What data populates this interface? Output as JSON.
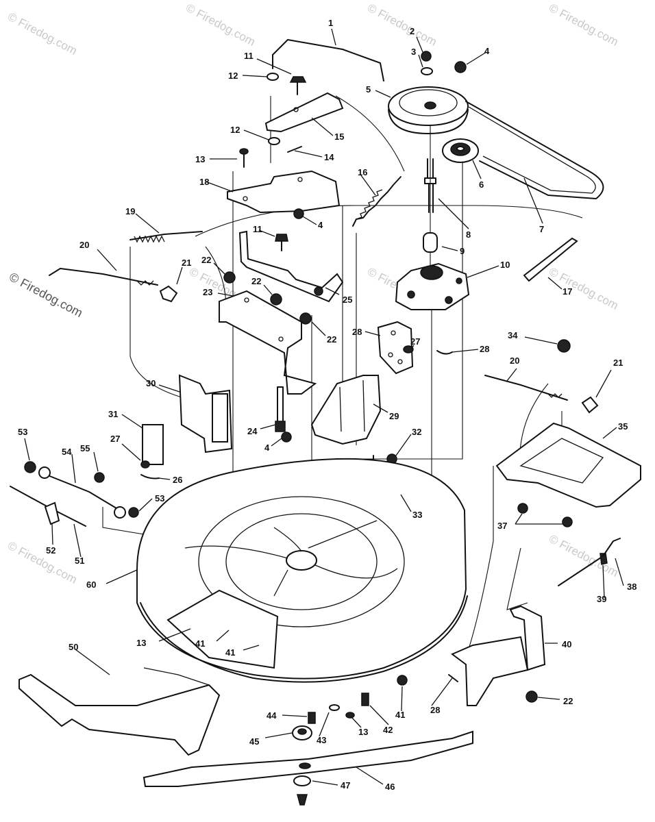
{
  "watermarks": {
    "copyright_text": "© Firedog.com",
    "repeated_text": "© Firedog.com"
  },
  "callouts": [
    {
      "id": "c1",
      "label": "1"
    },
    {
      "id": "c2",
      "label": "2"
    },
    {
      "id": "c3",
      "label": "3"
    },
    {
      "id": "c4a",
      "label": "4"
    },
    {
      "id": "c5",
      "label": "5"
    },
    {
      "id": "c6",
      "label": "6"
    },
    {
      "id": "c7",
      "label": "7"
    },
    {
      "id": "c8",
      "label": "8"
    },
    {
      "id": "c9",
      "label": "9"
    },
    {
      "id": "c10",
      "label": "10"
    },
    {
      "id": "c11a",
      "label": "11"
    },
    {
      "id": "c12a",
      "label": "12"
    },
    {
      "id": "c12b",
      "label": "12"
    },
    {
      "id": "c13a",
      "label": "13"
    },
    {
      "id": "c14",
      "label": "14"
    },
    {
      "id": "c15",
      "label": "15"
    },
    {
      "id": "c16",
      "label": "16"
    },
    {
      "id": "c17",
      "label": "17"
    },
    {
      "id": "c18",
      "label": "18"
    },
    {
      "id": "c4b",
      "label": "4"
    },
    {
      "id": "c19",
      "label": "19"
    },
    {
      "id": "c11b",
      "label": "11"
    },
    {
      "id": "c20a",
      "label": "20"
    },
    {
      "id": "c21a",
      "label": "21"
    },
    {
      "id": "c22a",
      "label": "22"
    },
    {
      "id": "c22b",
      "label": "22"
    },
    {
      "id": "c23",
      "label": "23"
    },
    {
      "id": "c25",
      "label": "25"
    },
    {
      "id": "c22c",
      "label": "22"
    },
    {
      "id": "c28a",
      "label": "28"
    },
    {
      "id": "c27a",
      "label": "27"
    },
    {
      "id": "c28b",
      "label": "28"
    },
    {
      "id": "c34",
      "label": "34"
    },
    {
      "id": "c20b",
      "label": "20"
    },
    {
      "id": "c21b",
      "label": "21"
    },
    {
      "id": "c30",
      "label": "30"
    },
    {
      "id": "c29",
      "label": "29"
    },
    {
      "id": "c31",
      "label": "31"
    },
    {
      "id": "c24",
      "label": "24"
    },
    {
      "id": "c4c",
      "label": "4"
    },
    {
      "id": "c32",
      "label": "32"
    },
    {
      "id": "c35",
      "label": "35"
    },
    {
      "id": "c53a",
      "label": "53"
    },
    {
      "id": "c55",
      "label": "55"
    },
    {
      "id": "c27b",
      "label": "27"
    },
    {
      "id": "c54",
      "label": "54"
    },
    {
      "id": "c26",
      "label": "26"
    },
    {
      "id": "c53b",
      "label": "53"
    },
    {
      "id": "c33",
      "label": "33"
    },
    {
      "id": "c37",
      "label": "37"
    },
    {
      "id": "c52",
      "label": "52"
    },
    {
      "id": "c51",
      "label": "51"
    },
    {
      "id": "c60",
      "label": "60"
    },
    {
      "id": "c38",
      "label": "38"
    },
    {
      "id": "c39",
      "label": "39"
    },
    {
      "id": "c13b",
      "label": "13"
    },
    {
      "id": "c41a",
      "label": "41"
    },
    {
      "id": "c41b",
      "label": "41"
    },
    {
      "id": "c40",
      "label": "40"
    },
    {
      "id": "c50",
      "label": "50"
    },
    {
      "id": "c22d",
      "label": "22"
    },
    {
      "id": "c28c",
      "label": "28"
    },
    {
      "id": "c41c",
      "label": "41"
    },
    {
      "id": "c44",
      "label": "44"
    },
    {
      "id": "c42",
      "label": "42"
    },
    {
      "id": "c13c",
      "label": "13"
    },
    {
      "id": "c43",
      "label": "43"
    },
    {
      "id": "c45",
      "label": "45"
    },
    {
      "id": "c46",
      "label": "46"
    },
    {
      "id": "c47",
      "label": "47"
    }
  ]
}
